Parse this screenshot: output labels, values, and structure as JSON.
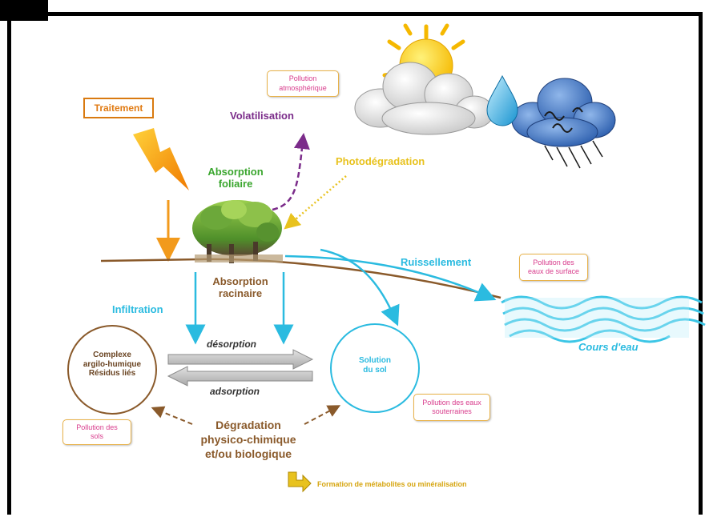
{
  "labels": {
    "traitement": "Traitement",
    "volatilisation": "Volatilisation",
    "photodegradation": "Photodégradation",
    "absorption_foliaire": "Absorption\nfoliaire",
    "ruissellement": "Ruissellement",
    "absorption_racinaire": "Absorption\nracinaire",
    "infiltration": "Infiltration",
    "desorption": "désorption",
    "adsorption": "adsorption",
    "complexe": "Complexe\nargilo-humique\nRésidus liés",
    "solution": "Solution\ndu sol",
    "degradation": "Dégradation\nphysico-chimique\net/ou biologique",
    "cours_eau": "Cours d'eau",
    "formation": "Formation de métabolites ou minéralisation"
  },
  "boxes": {
    "pollution_atmo": "Pollution\natmosphérique",
    "pollution_surface": "Pollution des\neaux de surface",
    "pollution_souterraines": "Pollution des eaux\nsouterraines",
    "pollution_sols": "Pollution des\nsols"
  },
  "colors": {
    "orange": "#f29a1c",
    "purple": "#7b2c8a",
    "yellow": "#e8c21e",
    "green": "#3aa62e",
    "cyan": "#2bbbe0",
    "brown": "#8a5a2b",
    "pink": "#d83c8c"
  }
}
